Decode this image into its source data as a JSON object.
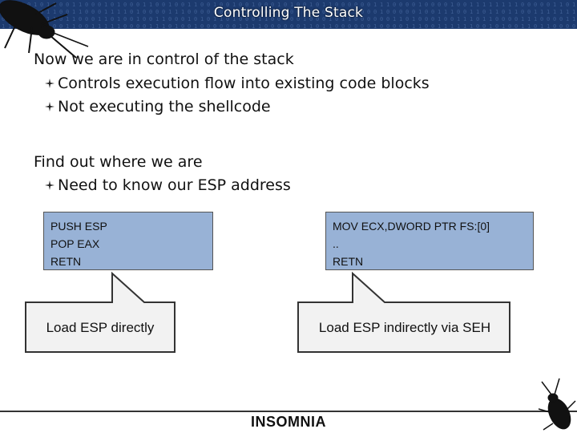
{
  "slide": {
    "title": "Controlling The Stack",
    "footer_logo": "INSOMNIA"
  },
  "sections": [
    {
      "heading": "Now we are in control of the stack",
      "bullets": [
        "Controls execution flow into existing code blocks",
        "Not executing the shellcode"
      ]
    },
    {
      "heading": "Find out where we are",
      "bullets": [
        "Need to know our ESP address"
      ]
    }
  ],
  "code_blocks": [
    {
      "lines": [
        "PUSH ESP",
        "POP EAX",
        "RETN"
      ],
      "callout": "Load ESP directly"
    },
    {
      "lines": [
        "MOV ECX,DWORD PTR FS:[0]",
        "..",
        "RETN"
      ],
      "callout": "Load ESP indirectly via SEH"
    }
  ],
  "colors": {
    "banner": "#1c3a6e",
    "code_box": "#98b2d6",
    "callout_box": "#f2f2f2"
  }
}
